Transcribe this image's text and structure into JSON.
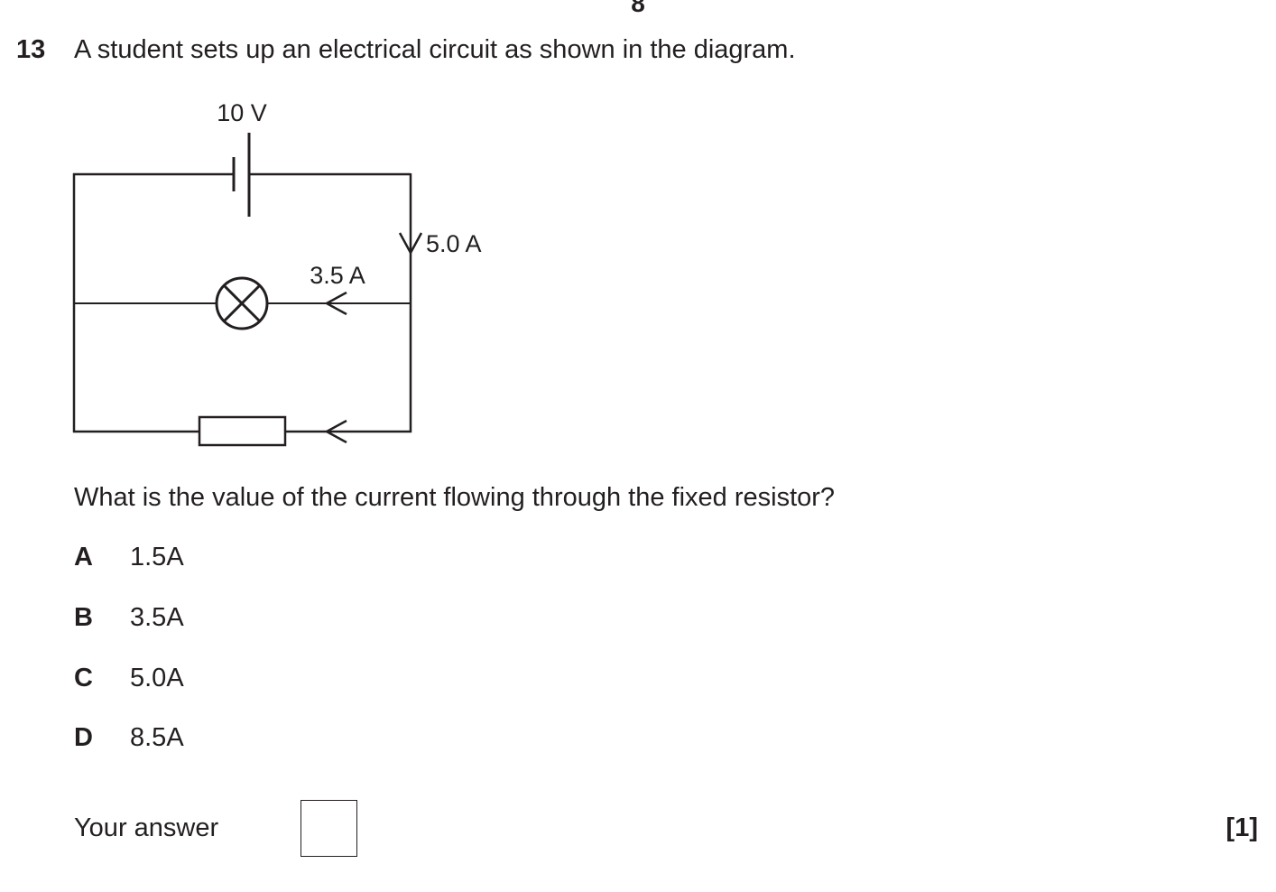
{
  "page": {
    "number": "8"
  },
  "question": {
    "number": "13",
    "stem": "A student sets up an electrical circuit as shown in the diagram.",
    "prompt": "What is the value of the current flowing through the fixed resistor?",
    "options": [
      {
        "letter": "A",
        "value": "1.5A"
      },
      {
        "letter": "B",
        "value": "3.5A"
      },
      {
        "letter": "C",
        "value": "5.0A"
      },
      {
        "letter": "D",
        "value": "8.5A"
      }
    ],
    "answer_label": "Your answer",
    "answer_value": "",
    "marks": "[1]"
  },
  "diagram": {
    "cell_label": "10 V",
    "main_current_label": "5.0 A",
    "lamp_current_label": "3.5 A",
    "components": [
      "cell",
      "lamp",
      "fixed-resistor"
    ]
  }
}
